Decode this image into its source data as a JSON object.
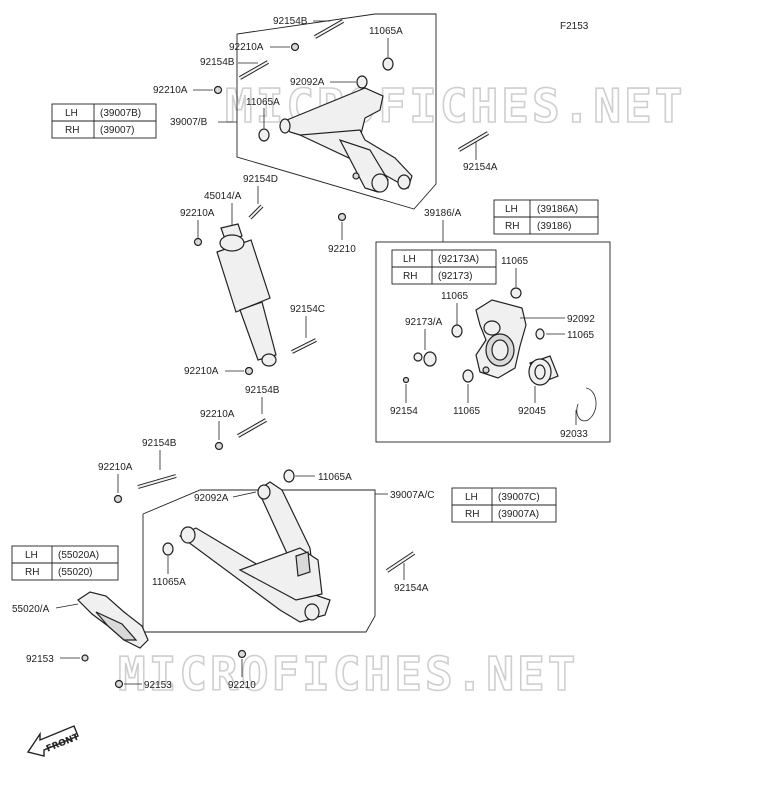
{
  "figure_code": "F2153",
  "watermark": "MICROFICHES.NET",
  "front_label": "FRONT",
  "labels": {
    "b92154B_top": "92154B",
    "n11065A_top": "11065A",
    "n92210A_1": "92210A",
    "b92154B_2": "92154B",
    "n92210A_2": "92210A",
    "b92092A_top": "92092A",
    "n11065A_2": "11065A",
    "arm_upper": "39007/B",
    "b92154A_top": "92154A",
    "b92154D": "92154D",
    "shock": "45014/A",
    "n92210A_3": "92210A",
    "n92210_mid": "92210",
    "knuckle": "39186/A",
    "n11065_1": "11065",
    "n11065_2": "11065",
    "bush92173": "92173/A",
    "b92092": "92092",
    "n11065_3": "11065",
    "b92154C": "92154C",
    "n92210A_4": "92210A",
    "b92154B_3": "92154B",
    "n92210A_5": "92210A",
    "n92154": "92154",
    "n11065_4": "11065",
    "brg92045": "92045",
    "ring92033": "92033",
    "b92154B_4": "92154B",
    "n92210A_6": "92210A",
    "n11065A_3": "11065A",
    "b92092A_low": "92092A",
    "arm_lower": "39007A/C",
    "n11065A_4": "11065A",
    "b92154A_low": "92154A",
    "guard": "55020/A",
    "n92153_1": "92153",
    "n92153_2": "92153",
    "n92210_bot": "92210"
  },
  "tables": {
    "upper_arm": [
      [
        "LH",
        "(39007B)"
      ],
      [
        "RH",
        "(39007)"
      ]
    ],
    "knuckle": [
      [
        "LH",
        "(39186A)"
      ],
      [
        "RH",
        "(39186)"
      ]
    ],
    "bushing": [
      [
        "LH",
        "(92173A)"
      ],
      [
        "RH",
        "(92173)"
      ]
    ],
    "lower_arm": [
      [
        "LH",
        "(39007C)"
      ],
      [
        "RH",
        "(39007A)"
      ]
    ],
    "guard": [
      [
        "LH",
        "(55020A)"
      ],
      [
        "RH",
        "(55020)"
      ]
    ]
  }
}
